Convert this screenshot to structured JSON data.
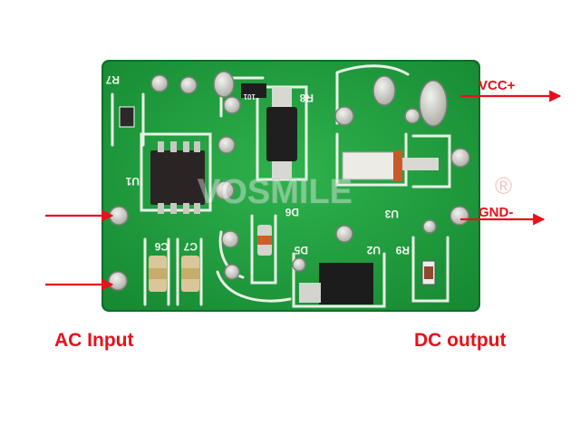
{
  "image": {
    "subject": "green-power-supply-module-board",
    "board_color": "#1f9a3c",
    "arrow_color": "#e8101a"
  },
  "labels": {
    "vcc": "VCC+",
    "gnd": "GND-",
    "ac_input": "AC Input",
    "dc_output": "DC output"
  },
  "silkscreen": {
    "r7": "R7",
    "r8": "R8",
    "u1": "U1",
    "u2": "U2",
    "u3": "U3",
    "r9": "R9",
    "c6": "C6",
    "c7": "C7",
    "d5": "D5",
    "d6": "D6",
    "ref_101": "101"
  },
  "watermark": {
    "text": "VOSMILE",
    "mark": "®"
  }
}
